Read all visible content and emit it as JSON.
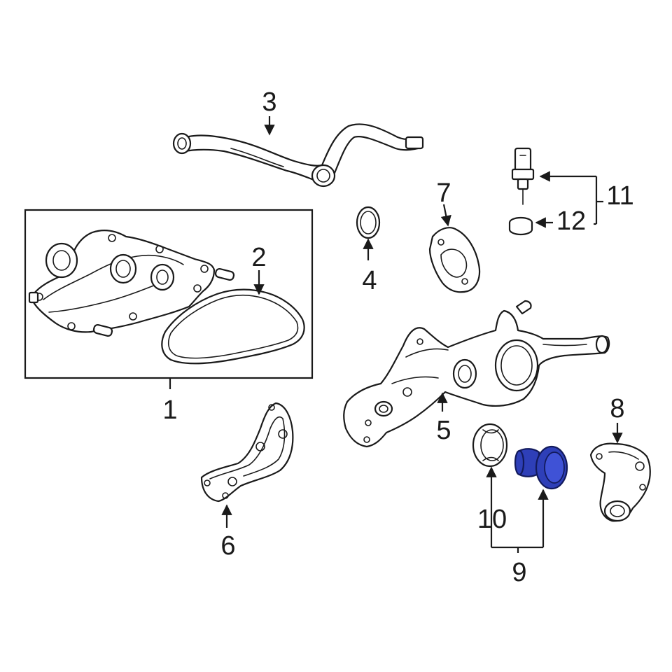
{
  "callouts": {
    "c1": "1",
    "c2": "2",
    "c3": "3",
    "c4": "4",
    "c5": "5",
    "c6": "6",
    "c7": "7",
    "c8": "8",
    "c9": "9",
    "c10": "10",
    "c11": "11",
    "c12": "12"
  },
  "colors": {
    "line": "#1a1a1a",
    "highlight_fill": "#2e3fb8",
    "highlight_stroke": "#121a5c",
    "background": "#ffffff"
  },
  "highlighted_part": "9"
}
